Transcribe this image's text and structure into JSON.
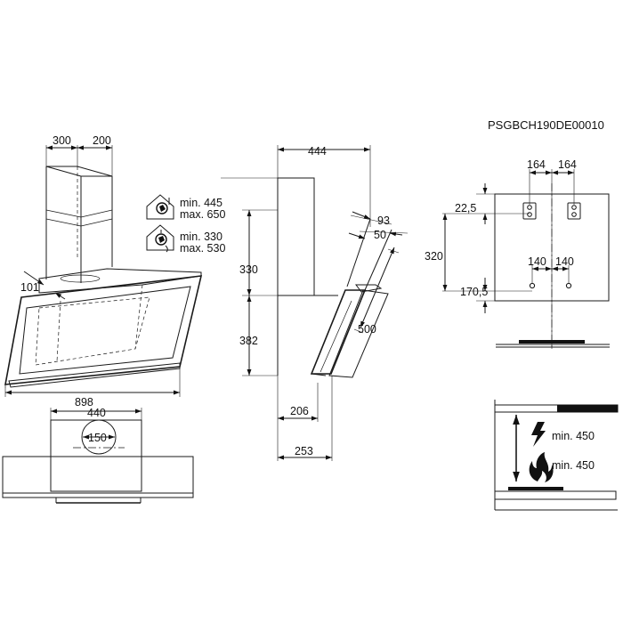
{
  "diagram": {
    "reference_code": "PSGBCH190DE00010",
    "front_view": {
      "dims": {
        "chimney_width": "300",
        "chimney_depth": "200",
        "offset": "101",
        "overall_width": "898"
      }
    },
    "top_view": {
      "dims": {
        "width": "440",
        "outlet_diameter": "150"
      }
    },
    "side_view": {
      "dims": {
        "depth_top": "444",
        "chimney_height_min_max_extract": "330",
        "body_height": "382",
        "depth_bottom_inner": "206",
        "depth_bottom_outer": "253",
        "glass_diag_1": "93",
        "glass_diag_2": "50",
        "glass_length": "500"
      }
    },
    "installation_heights": [
      {
        "mode": "extraction",
        "icon": "house-extraction-icon",
        "min": "min. 445",
        "max": "max. 650"
      },
      {
        "mode": "recirculation",
        "icon": "house-recirculation-icon",
        "min": "min. 330",
        "max": "max. 530"
      }
    ],
    "wall_mounting": {
      "dims": {
        "hole_spacing_left": "164",
        "hole_spacing_right": "164",
        "top_offset": "22,5",
        "vertical_distance": "320",
        "lower_spacing_left": "140",
        "lower_spacing_right": "140",
        "lower_offset": "170,5"
      }
    },
    "clearance": [
      {
        "icon": "electric-hob-icon",
        "label": "min. 450"
      },
      {
        "icon": "gas-hob-icon",
        "label": "min. 450"
      }
    ]
  }
}
